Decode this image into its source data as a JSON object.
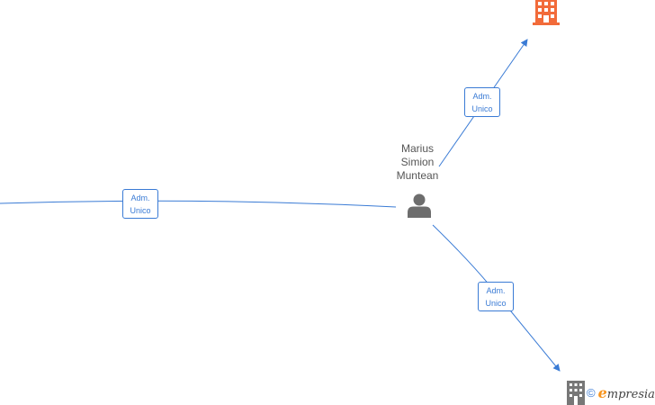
{
  "person": {
    "name_lines": [
      "Marius",
      "Simion",
      "Muntean"
    ],
    "icon": "person-icon"
  },
  "relations": [
    {
      "label_line1": "Adm.",
      "label_line2": "Unico",
      "target": "company-top-right",
      "target_color": "#f26b3a"
    },
    {
      "label_line1": "Adm.",
      "label_line2": "Unico",
      "target": "company-left-offscreen"
    },
    {
      "label_line1": "Adm.",
      "label_line2": "Unico",
      "target": "company-bottom-right",
      "target_color": "#777777"
    }
  ],
  "footer": {
    "copyright": "©",
    "brand_initial": "e",
    "brand_rest": "mpresia"
  },
  "colors": {
    "edge": "#3a7bd5",
    "label_text": "#3a7bd5",
    "person_icon": "#6d6d6d",
    "brand_accent": "#f7941d"
  }
}
